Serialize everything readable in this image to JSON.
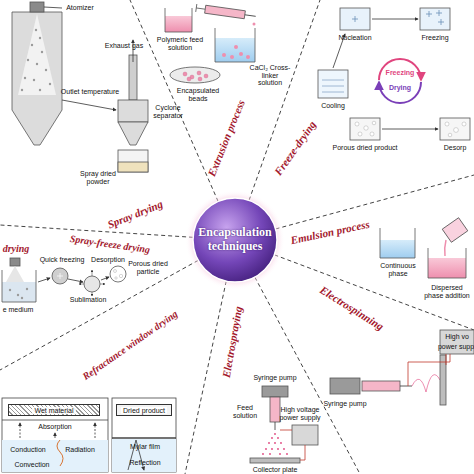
{
  "diagram": {
    "nodes": [
      {
        "text": [
          "Encapsulation techniques"
        ]
      },
      {
        "text": [
          "Wet material"
        ]
      },
      {
        "text": [
          "Dried product"
        ]
      }
    ],
    "labels": [
      "Atomizer",
      "Exhaust gas",
      "Outlet temperature",
      "Cyclone separator",
      "Spray dried powder",
      "Spray drying",
      "Polymeric feed solution",
      "CaCl₂ Cross-linker solution",
      "Encapsulated beads",
      "Extrusion process",
      "Nucleation",
      "Freezing",
      "Freezing",
      "Drying",
      "Cooling",
      "Porous dried product",
      "Desorp",
      "Freeze-drying",
      "Continuous phase",
      "Dispersed phase addition",
      "Emulsion process",
      "Electrospinning",
      "High vo",
      "power supp",
      "Syringe pump",
      "Electrospraying",
      "Syringe pump",
      "Feed solution",
      "High voltage power supply",
      "Collector plate",
      "Refractance window drying",
      "Absorption",
      "Conduction",
      "Radiation",
      "Convection",
      "Mylar film",
      "Reflection",
      "Spray-freeze drying",
      "drying",
      "Quick freezing",
      "Desorption",
      "Sublimation",
      "Porous dried particle",
      "e medium"
    ]
  }
}
